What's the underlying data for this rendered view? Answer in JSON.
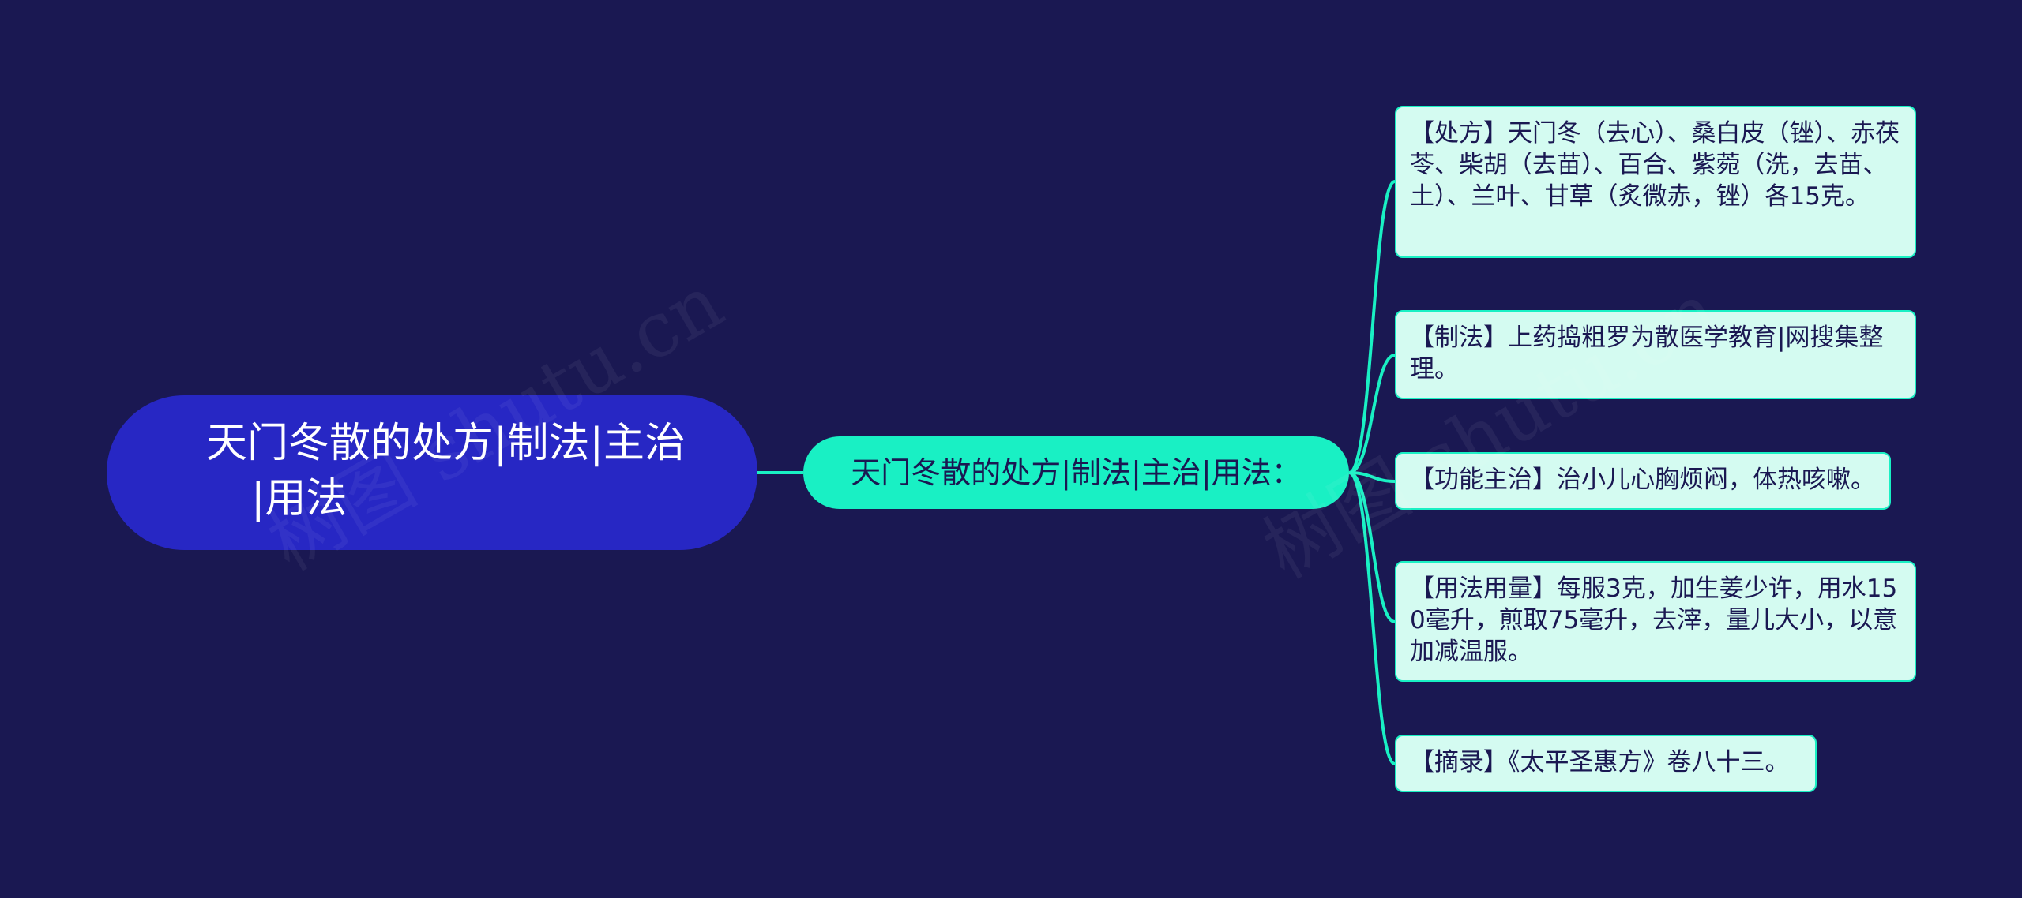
{
  "mindmap": {
    "root": {
      "line1": "天门冬散的处方|制法|主治",
      "line2": "|用法"
    },
    "branch": {
      "label": "天门冬散的处方|制法|主治|用法："
    },
    "leaves": [
      "【处方】天门冬（去心）、桑白皮（锉）、赤茯苓、柴胡（去苗）、百合、紫菀（洗，去苗、土）、兰叶、甘草（炙微赤，锉）各15克。",
      "【制法】上药捣粗罗为散医学教育|网搜集整理。",
      "【功能主治】治小儿心胸烦闷，体热咳嗽。",
      "【用法用量】每服3克，加生姜少许，用水150毫升，煎取75毫升，去滓，量儿大小，以意加减温服。",
      "【摘录】《太平圣惠方》卷八十三。"
    ]
  },
  "watermarks": [
    "树图 shutu.cn",
    "树图 shutu.cn"
  ],
  "colors": {
    "background": "#1a1852",
    "root_fill": "#2727c4",
    "branch_fill": "#19f0c4",
    "leaf_fill": "#d4fbf1",
    "connector": "#19f0c4"
  }
}
